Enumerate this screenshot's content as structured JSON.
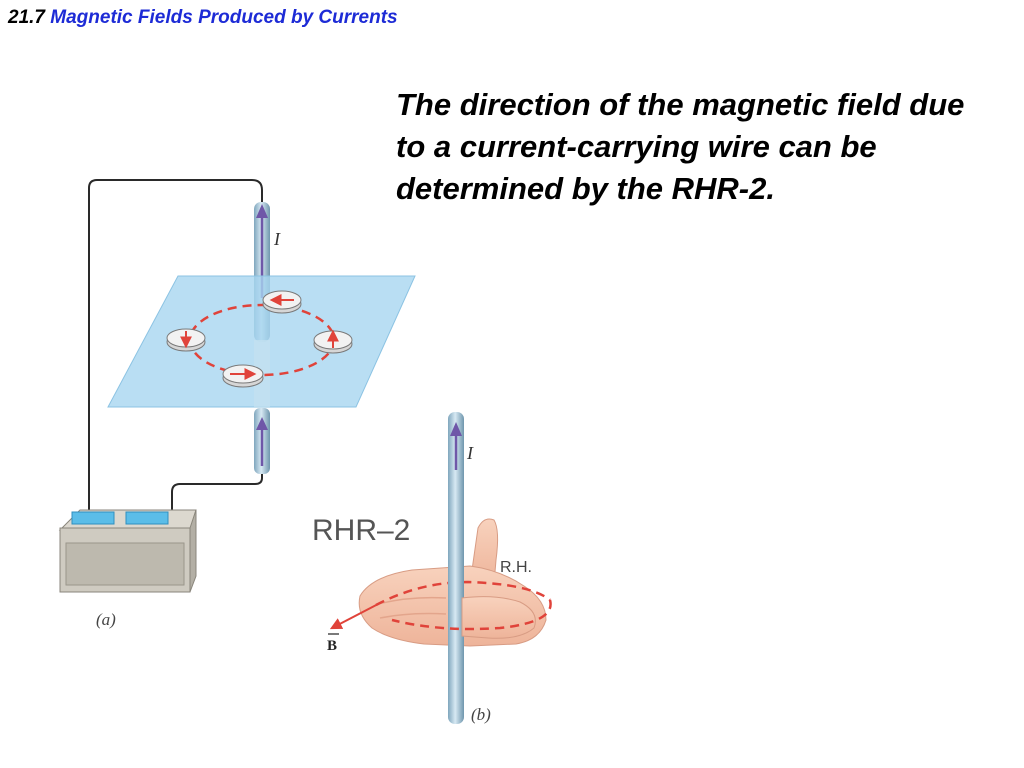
{
  "header": {
    "number": "21.7",
    "title": "Magnetic Fields Produced by Currents"
  },
  "caption": "The direction of the magnetic field due to a current-carrying wire can be determined by the RHR-2.",
  "figure_a": {
    "current_label": "I",
    "panel_label": "(a)"
  },
  "figure_b": {
    "current_label": "I",
    "rule_label": "RHR–2",
    "hand_label": "R.H.",
    "field_label": "B",
    "panel_label": "(b)"
  },
  "colors": {
    "title_blue": "#1d2bd6",
    "field_red": "#e0433a",
    "wire_blue": "#a9c7d8",
    "plane": "#a8d6f0"
  }
}
